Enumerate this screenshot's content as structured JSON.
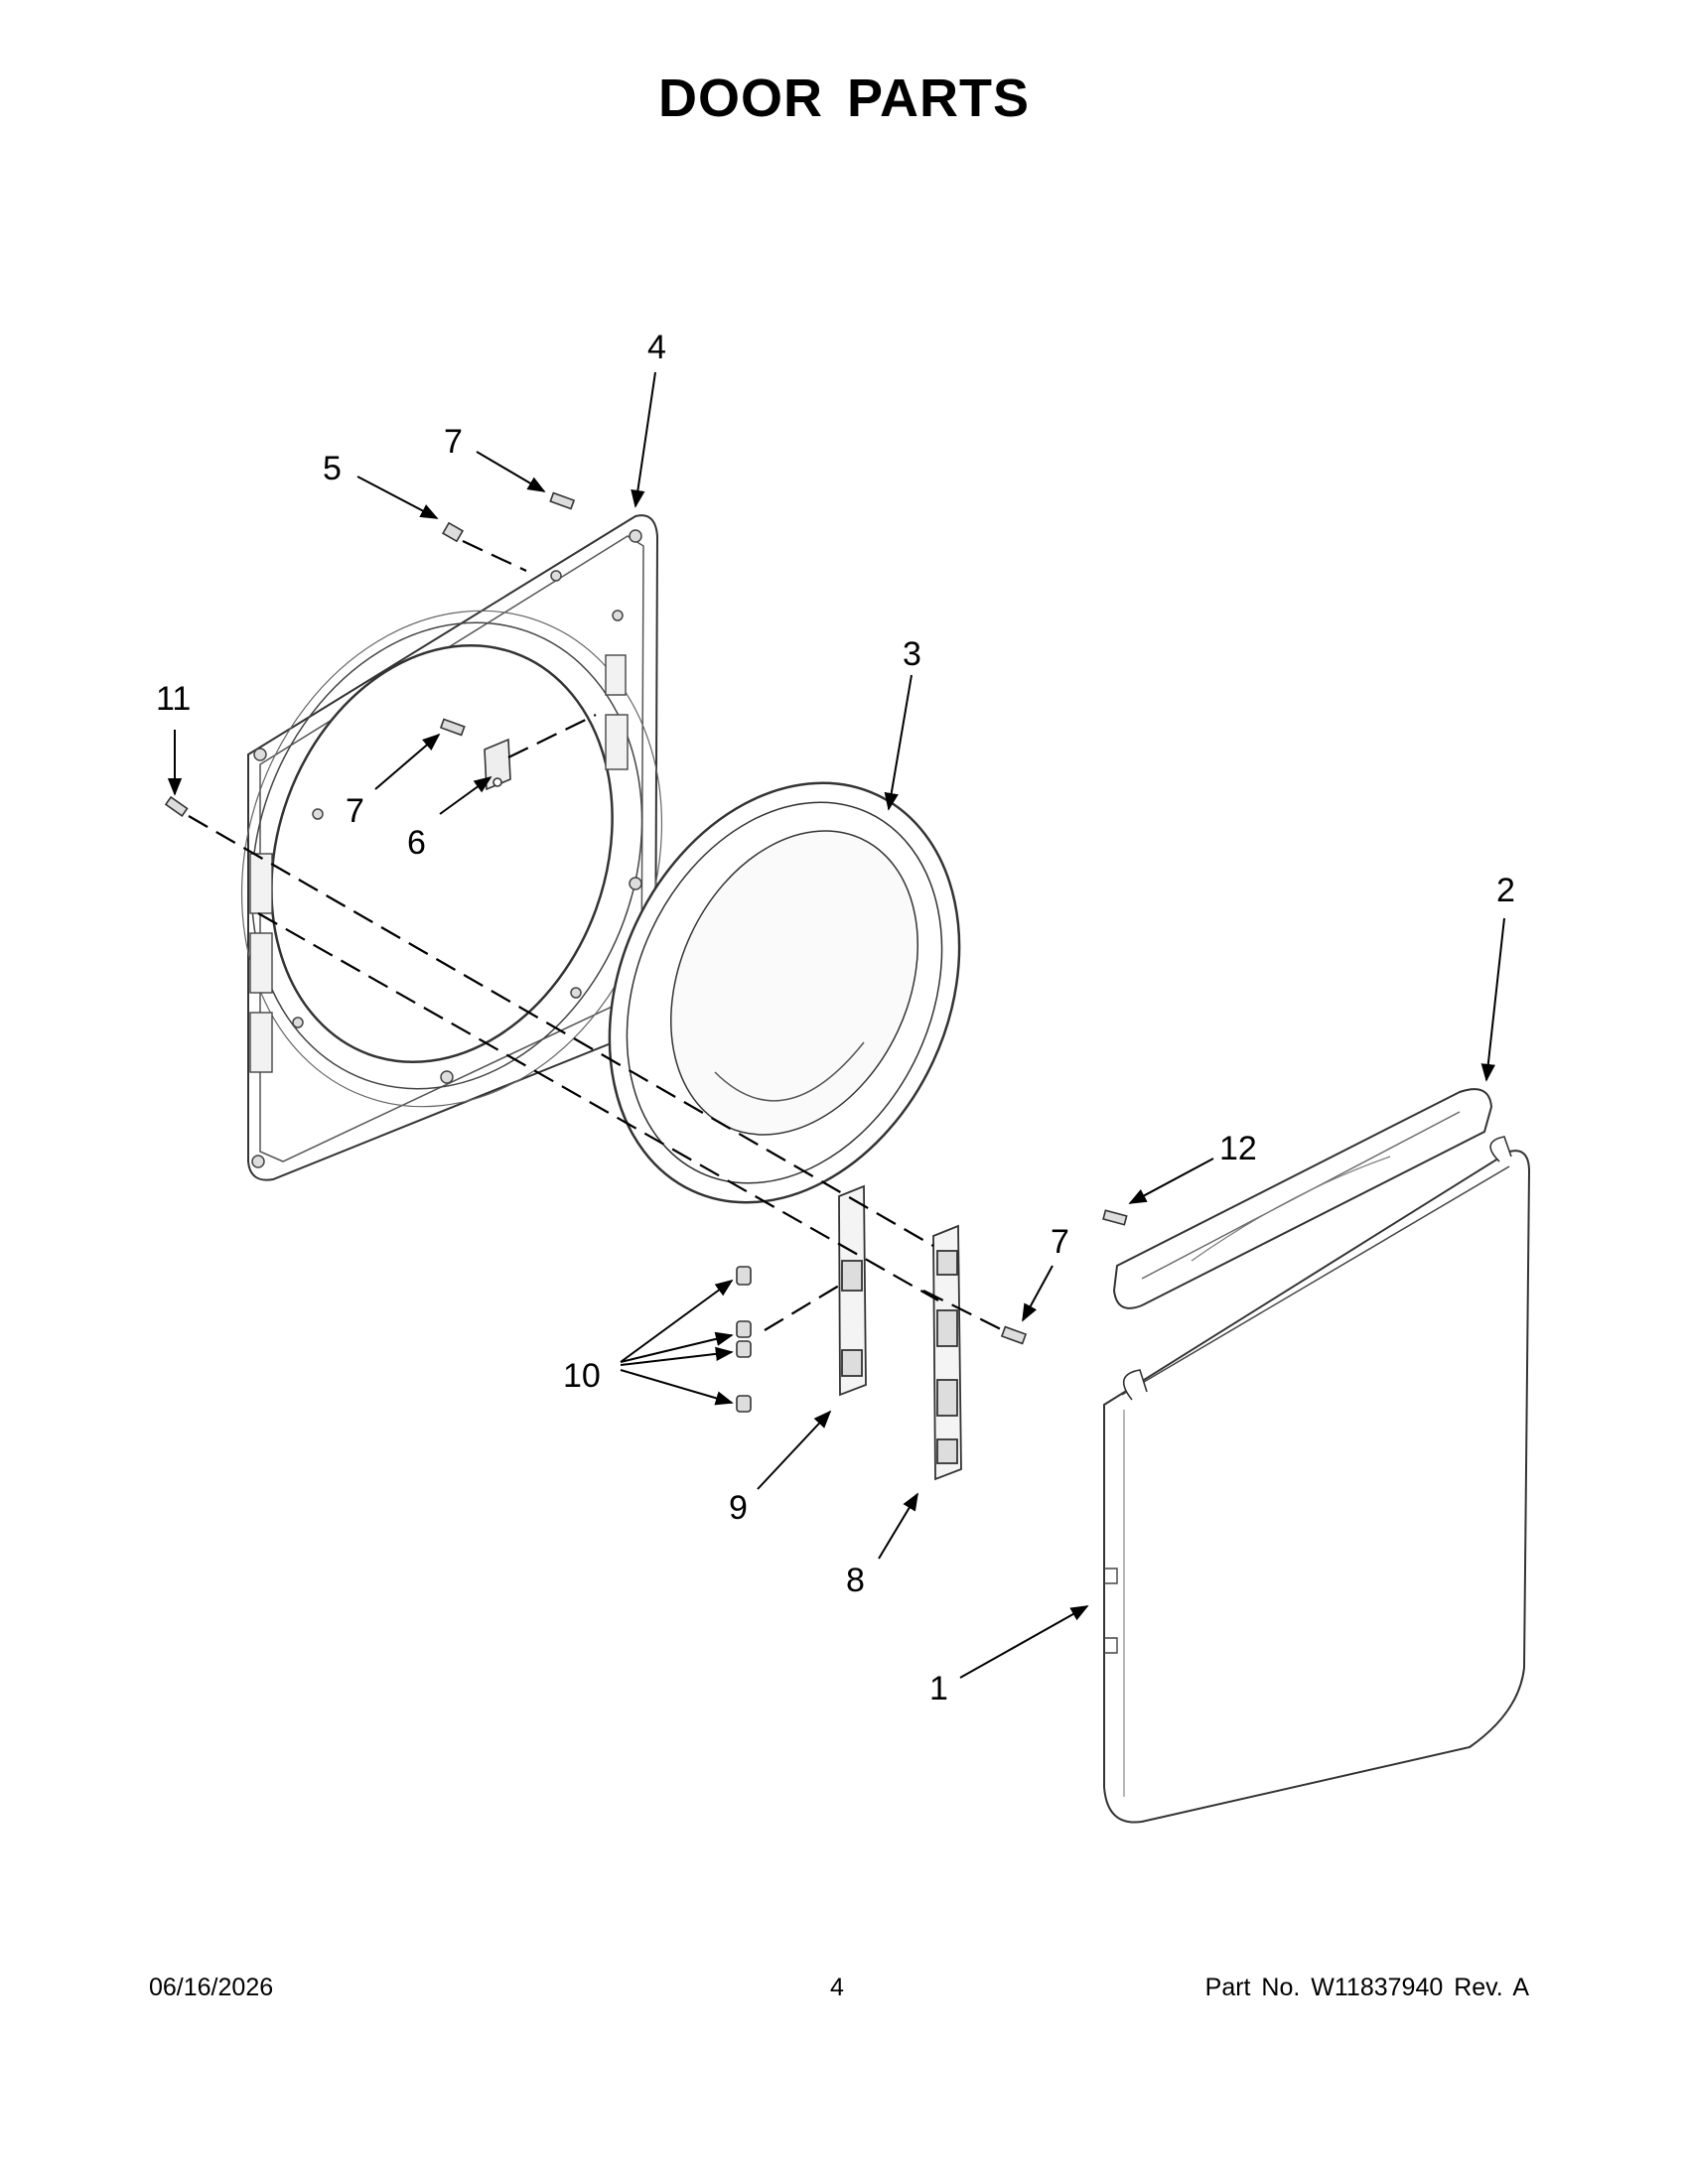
{
  "page": {
    "title": "DOOR PARTS"
  },
  "callouts": {
    "c1": "1",
    "c2": "2",
    "c3": "3",
    "c4": "4",
    "c5": "5",
    "c6": "6",
    "c7a": "7",
    "c7b": "7",
    "c7c": "7",
    "c8": "8",
    "c9": "9",
    "c10": "10",
    "c11": "11",
    "c12": "12"
  },
  "footer": {
    "date": "06/16/2026",
    "page_number": "4",
    "part_number": "Part No.  W11837940  Rev.  A"
  }
}
